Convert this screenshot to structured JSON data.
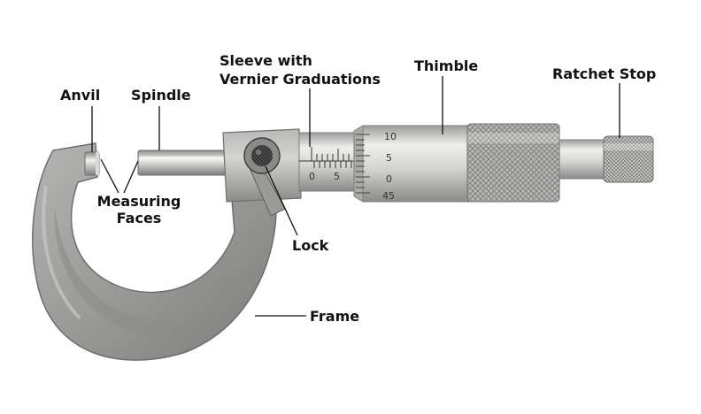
{
  "labels": {
    "anvil": "Anvil",
    "spindle": "Spindle",
    "sleeve_line1": "Sleeve with",
    "sleeve_line2": "Vernier Graduations",
    "thimble": "Thimble",
    "ratchet_stop": "Ratchet Stop",
    "measuring_faces_line1": "Measuring",
    "measuring_faces_line2": "Faces",
    "lock": "Lock",
    "frame": "Frame"
  },
  "sleeve_scale": {
    "zero": "0",
    "five": "5"
  },
  "thimble_scale": {
    "ten": "10",
    "five": "5",
    "zero": "0",
    "forty_five": "45"
  },
  "colors": {
    "frame": "#9a9a98",
    "frame_dark": "#6e6e6c",
    "metal_light": "#e8e8e6",
    "metal_mid": "#bdbdbb",
    "metal_dark": "#8d8d8b",
    "label": "#111111"
  }
}
